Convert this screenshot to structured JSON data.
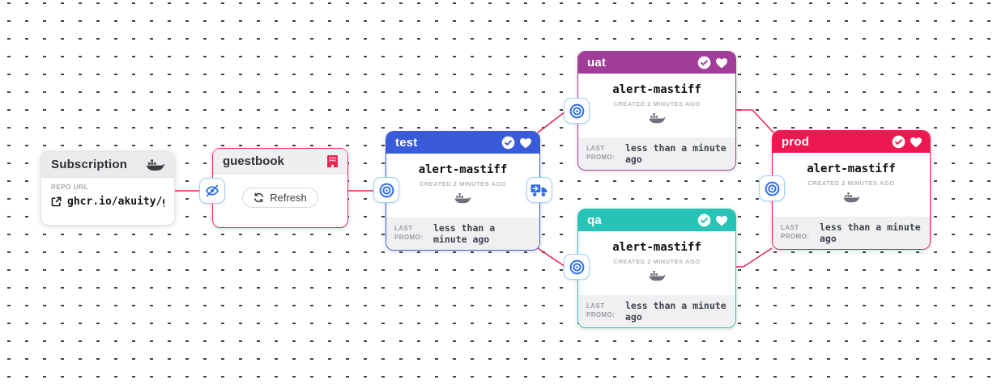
{
  "colors": {
    "edge": "#ef2456",
    "stage_test": "#3a5bd9",
    "stage_uat": "#a23c99",
    "stage_qa": "#26c4b6",
    "stage_prod": "#ee1850",
    "guestbook_border": "#ef3058",
    "action_icon_blue": "#2f6fed",
    "chip_border": "#9ed2f7"
  },
  "icons": {
    "subscription_header": "docker-whale",
    "guestbook_header": "building",
    "stage_header_status": [
      "check-circle",
      "heart"
    ],
    "freight_kind": "docker-whale",
    "edge_actions": [
      "eye-slash",
      "bullseye-target",
      "delivery-truck"
    ],
    "repo_link": "external-link",
    "refresh_button": "refresh-arrows"
  },
  "subscription": {
    "title": "Subscription",
    "repo_url_label": "REPO URL",
    "repo_url": "ghcr.io/akuity/g…"
  },
  "guestbook": {
    "title": "guestbook",
    "refresh_label": "Refresh"
  },
  "stages": {
    "test": {
      "name": "test",
      "freight_name": "alert-mastiff",
      "created": "CREATED 2 MINUTES AGO",
      "last_promo_label": "LAST PROMO:",
      "last_promo_value": "less than a minute ago"
    },
    "uat": {
      "name": "uat",
      "freight_name": "alert-mastiff",
      "created": "CREATED 2 MINUTES AGO",
      "last_promo_label": "LAST PROMO:",
      "last_promo_value": "less than a minute ago"
    },
    "qa": {
      "name": "qa",
      "freight_name": "alert-mastiff",
      "created": "CREATED 2 MINUTES AGO",
      "last_promo_label": "LAST PROMO:",
      "last_promo_value": "less than a minute ago"
    },
    "prod": {
      "name": "prod",
      "freight_name": "alert-mastiff",
      "created": "CREATED 2 MINUTES AGO",
      "last_promo_label": "LAST PROMO:",
      "last_promo_value": "less than a minute ago"
    }
  }
}
